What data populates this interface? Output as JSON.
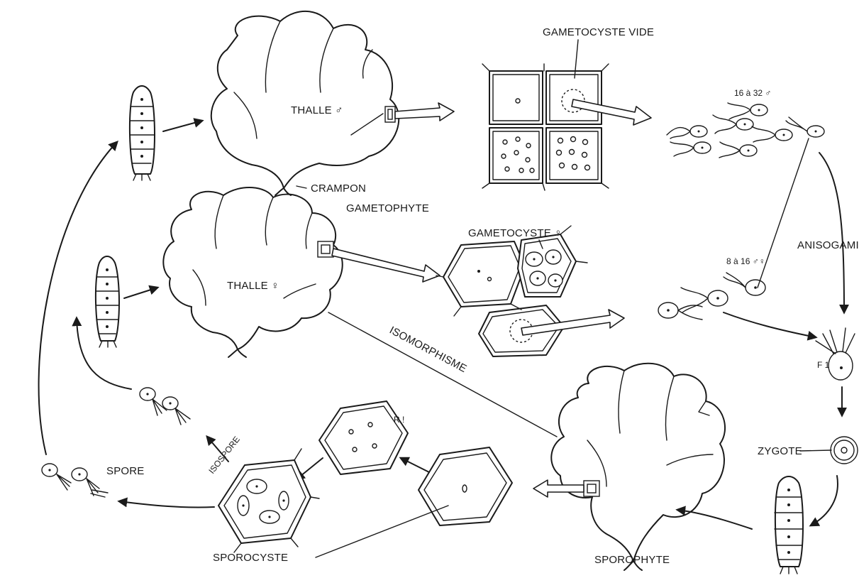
{
  "labels": {
    "thalle_male": "THALLE ♂",
    "crampon": "CRAMPON",
    "gametophyte": "GAMETOPHYTE",
    "gametocyste_vide": "GAMETOCYSTE VIDE",
    "count_male": "16 à 32 ♂",
    "thalle_female": "THALLE ♀",
    "gametocyste_female": "GAMETOCYSTE ♀",
    "anisogamie": "ANISOGAMIE",
    "count_female": "8 à 16 ♂♀",
    "isomorphisme": "ISOMORPHISME",
    "f1": "F 1",
    "r1": "R !",
    "zygote": "ZYGOTE",
    "spore": "SPORE",
    "isospore": "ISOSPORE",
    "sporocyste": "SPOROCYSTE",
    "sporophyte": "SPOROPHYTE"
  }
}
